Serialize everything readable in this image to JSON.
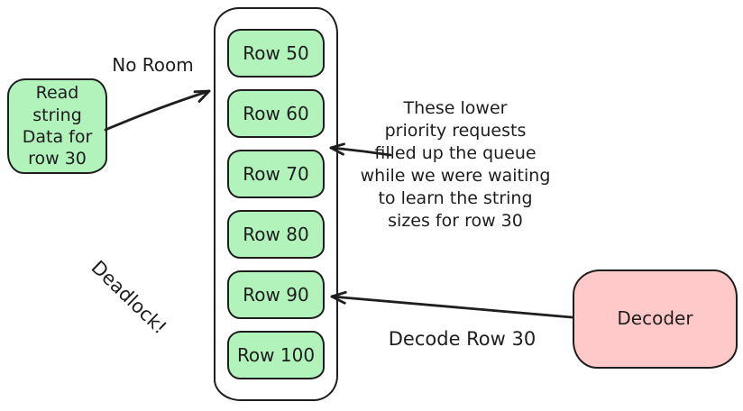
{
  "palette": {
    "node_green": "#b2f2bb",
    "node_pink": "#ffc9c9",
    "stroke": "#1e1e1e",
    "background": "#ffffff"
  },
  "nodes": {
    "read_request": {
      "label": "Read\nstring\nData for\nrow 30"
    },
    "decoder": {
      "label": "Decoder"
    }
  },
  "queue": {
    "rows": [
      "Row 50",
      "Row 60",
      "Row 70",
      "Row 80",
      "Row 90",
      "Row 100"
    ]
  },
  "labels": {
    "no_room": "No Room",
    "annotation": "These lower\npriority requests\nfilled up the queue\nwhile we were waiting\nto learn the string\nsizes for row 30",
    "decode_row": "Decode Row 30",
    "deadlock": "Deadlock!"
  }
}
